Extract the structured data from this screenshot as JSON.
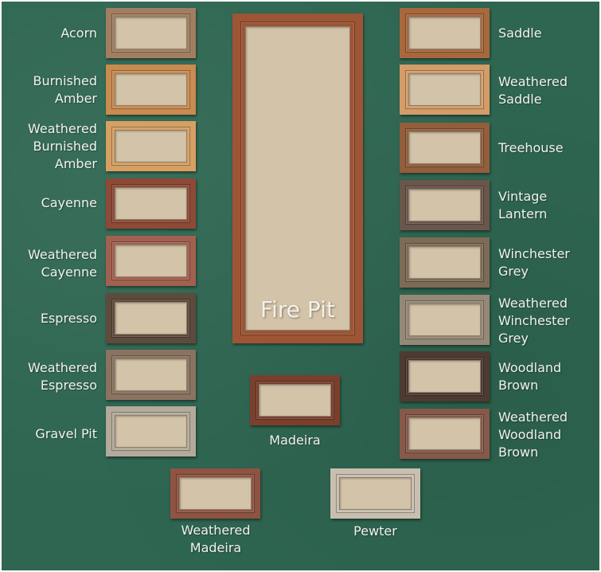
{
  "colors": {
    "background": "#2e6651",
    "acorn": "#a27e60",
    "burnished_amber": "#c98b4f",
    "weathered_burnished_amber": "#d6a063",
    "cayenne": "#8e4a36",
    "weathered_cayenne": "#a2604f",
    "espresso": "#5e4b3c",
    "weathered_espresso": "#8a7361",
    "gravel_pit": "#b3aa9b",
    "fire_pit": "#9d5535",
    "madeira": "#7a3f2d",
    "weathered_madeira": "#8f5342",
    "pewter": "#c8bfb0",
    "saddle": "#a7683e",
    "weathered_saddle": "#d39c68",
    "treehouse": "#925e3c",
    "vintage_lantern": "#6b564b",
    "winchester_grey": "#7d6b55",
    "weathered_winchester_grey": "#958877",
    "woodland_brown": "#4e3a31",
    "weathered_woodland_brown": "#86594a"
  },
  "labels": {
    "acorn": "Acorn",
    "burnished_amber": "Burnished\nAmber",
    "weathered_burnished_amber": "Weathered\nBurnished\nAmber",
    "cayenne": "Cayenne",
    "weathered_cayenne": "Weathered\nCayenne",
    "espresso": "Espresso",
    "weathered_espresso": "Weathered\nEspresso",
    "gravel_pit": "Gravel Pit",
    "fire_pit": "Fire Pit",
    "madeira": "Madeira",
    "weathered_madeira": "Weathered\nMadeira",
    "pewter": "Pewter",
    "saddle": "Saddle",
    "weathered_saddle": "Weathered\nSaddle",
    "treehouse": "Treehouse",
    "vintage_lantern": "Vintage\nLantern",
    "winchester_grey": "Winchester\nGrey",
    "weathered_winchester_grey": "Weathered\nWinchester\nGrey",
    "woodland_brown": "Woodland\nBrown",
    "weathered_woodland_brown": "Weathered\nWoodland\nBrown"
  }
}
